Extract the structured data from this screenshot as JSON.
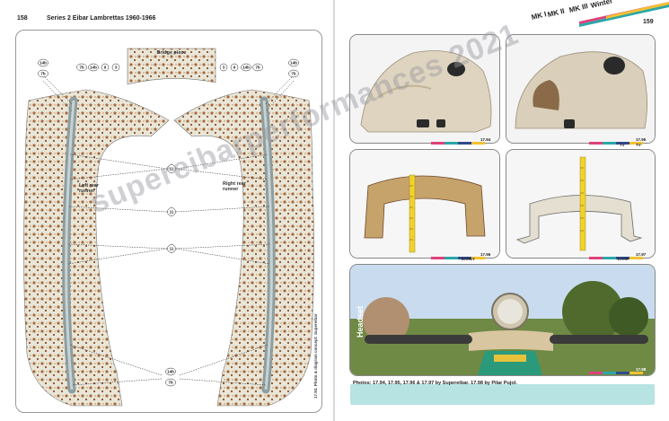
{
  "left_page": {
    "page_number": "158",
    "running_head": "Series 2 Eibar Lambrettas 1960-1966",
    "bridge_label": "Bridge piece",
    "left_runner_label": "Left rear runner",
    "right_runner_label": "Right rear runner",
    "callouts": [
      "14b",
      "7b",
      "7b",
      "14b",
      "9",
      "3",
      "3",
      "9",
      "14b",
      "7b",
      "14b",
      "7b",
      "11",
      "11",
      "11",
      "14b",
      "7b"
    ],
    "figure_caption": "17.93. Photo & diagram concept: Supereibar"
  },
  "right_page": {
    "page_number": "159",
    "model_tags": [
      "MK I",
      "MK II",
      "MK III",
      "Winter"
    ],
    "photos": [
      {
        "number": "17.94",
        "tag": ""
      },
      {
        "number": "17.95",
        "tag": "TV"
      },
      {
        "number": "17.96",
        "tag": "EARLY"
      },
      {
        "number": "17.97",
        "tag": "LATE"
      },
      {
        "number": "17.98",
        "tag": "Headset"
      }
    ],
    "credit": "Photos: 17.94, 17.95, 17.96 & 17.97 by Supereibar. 17.98 by Pilar Pujol."
  },
  "watermark": "supereibarperformances 2021",
  "colors": {
    "strip_pink": "#e0407a",
    "strip_teal": "#2aa7a7",
    "strip_yellow": "#f2c230",
    "strip_blue": "#2f4a8a",
    "credit_bar": "#b7e3e3"
  }
}
